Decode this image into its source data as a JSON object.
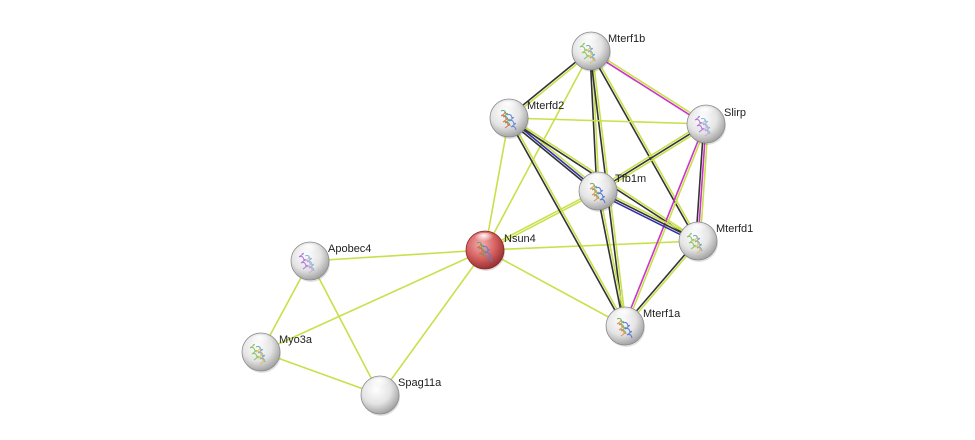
{
  "network": {
    "nodes": [
      {
        "id": "mterf1b",
        "label": "Mterf1b",
        "kind": "structure"
      },
      {
        "id": "mterfd2",
        "label": "Mterfd2",
        "kind": "structure"
      },
      {
        "id": "slirp",
        "label": "Slirp",
        "kind": "structure"
      },
      {
        "id": "tfb1m",
        "label": "Tfb1m",
        "kind": "structure"
      },
      {
        "id": "mterfd1",
        "label": "Mterfd1",
        "kind": "structure"
      },
      {
        "id": "nsun4",
        "label": "Nsun4",
        "kind": "query"
      },
      {
        "id": "apobec4",
        "label": "Apobec4",
        "kind": "structure"
      },
      {
        "id": "mterf1a",
        "label": "Mterf1a",
        "kind": "structure"
      },
      {
        "id": "myo3a",
        "label": "Myo3a",
        "kind": "structure"
      },
      {
        "id": "spag11a",
        "label": "Spag11a",
        "kind": "empty"
      }
    ],
    "edges": [
      {
        "from": "nsun4",
        "to": "mterf1b",
        "colors": [
          "#c8e04a"
        ]
      },
      {
        "from": "nsun4",
        "to": "mterfd2",
        "colors": [
          "#c8e04a"
        ]
      },
      {
        "from": "nsun4",
        "to": "tfb1m",
        "colors": [
          "#c8e04a",
          "#c8e04a"
        ]
      },
      {
        "from": "nsun4",
        "to": "mterfd1",
        "colors": [
          "#c8e04a"
        ]
      },
      {
        "from": "nsun4",
        "to": "mterf1a",
        "colors": [
          "#c8e04a"
        ]
      },
      {
        "from": "nsun4",
        "to": "apobec4",
        "colors": [
          "#c8e04a"
        ]
      },
      {
        "from": "nsun4",
        "to": "myo3a",
        "colors": [
          "#c8e04a"
        ]
      },
      {
        "from": "nsun4",
        "to": "spag11a",
        "colors": [
          "#c8e04a"
        ]
      },
      {
        "from": "apobec4",
        "to": "myo3a",
        "colors": [
          "#c8e04a"
        ]
      },
      {
        "from": "apobec4",
        "to": "spag11a",
        "colors": [
          "#c8e04a"
        ]
      },
      {
        "from": "myo3a",
        "to": "spag11a",
        "colors": [
          "#c8e04a"
        ]
      },
      {
        "from": "mterf1b",
        "to": "mterfd2",
        "colors": [
          "#c8e04a",
          "#333333"
        ]
      },
      {
        "from": "mterf1b",
        "to": "slirp",
        "colors": [
          "#c8e04a",
          "#cc33cc"
        ]
      },
      {
        "from": "mterf1b",
        "to": "tfb1m",
        "colors": [
          "#c8e04a",
          "#333333"
        ]
      },
      {
        "from": "mterf1b",
        "to": "mterfd1",
        "colors": [
          "#c8e04a",
          "#333333"
        ]
      },
      {
        "from": "mterf1b",
        "to": "mterf1a",
        "colors": [
          "#c8e04a",
          "#333333"
        ]
      },
      {
        "from": "mterfd2",
        "to": "slirp",
        "colors": [
          "#c8e04a"
        ]
      },
      {
        "from": "mterfd2",
        "to": "tfb1m",
        "colors": [
          "#c8e04a",
          "#3333aa",
          "#333333"
        ]
      },
      {
        "from": "mterfd2",
        "to": "mterfd1",
        "colors": [
          "#c8e04a",
          "#333333"
        ]
      },
      {
        "from": "mterfd2",
        "to": "mterf1a",
        "colors": [
          "#c8e04a",
          "#333333"
        ]
      },
      {
        "from": "slirp",
        "to": "tfb1m",
        "colors": [
          "#c8e04a",
          "#333333",
          "#c8e04a"
        ]
      },
      {
        "from": "slirp",
        "to": "mterfd1",
        "colors": [
          "#c8e04a",
          "#cc33cc",
          "#333333"
        ]
      },
      {
        "from": "slirp",
        "to": "mterf1a",
        "colors": [
          "#c8e04a",
          "#cc33cc"
        ]
      },
      {
        "from": "tfb1m",
        "to": "mterfd1",
        "colors": [
          "#c8e04a",
          "#333333",
          "#3333aa"
        ]
      },
      {
        "from": "tfb1m",
        "to": "mterf1a",
        "colors": [
          "#c8e04a",
          "#333333"
        ]
      },
      {
        "from": "mterfd1",
        "to": "mterf1a",
        "colors": [
          "#c8e04a",
          "#333333"
        ]
      }
    ]
  }
}
